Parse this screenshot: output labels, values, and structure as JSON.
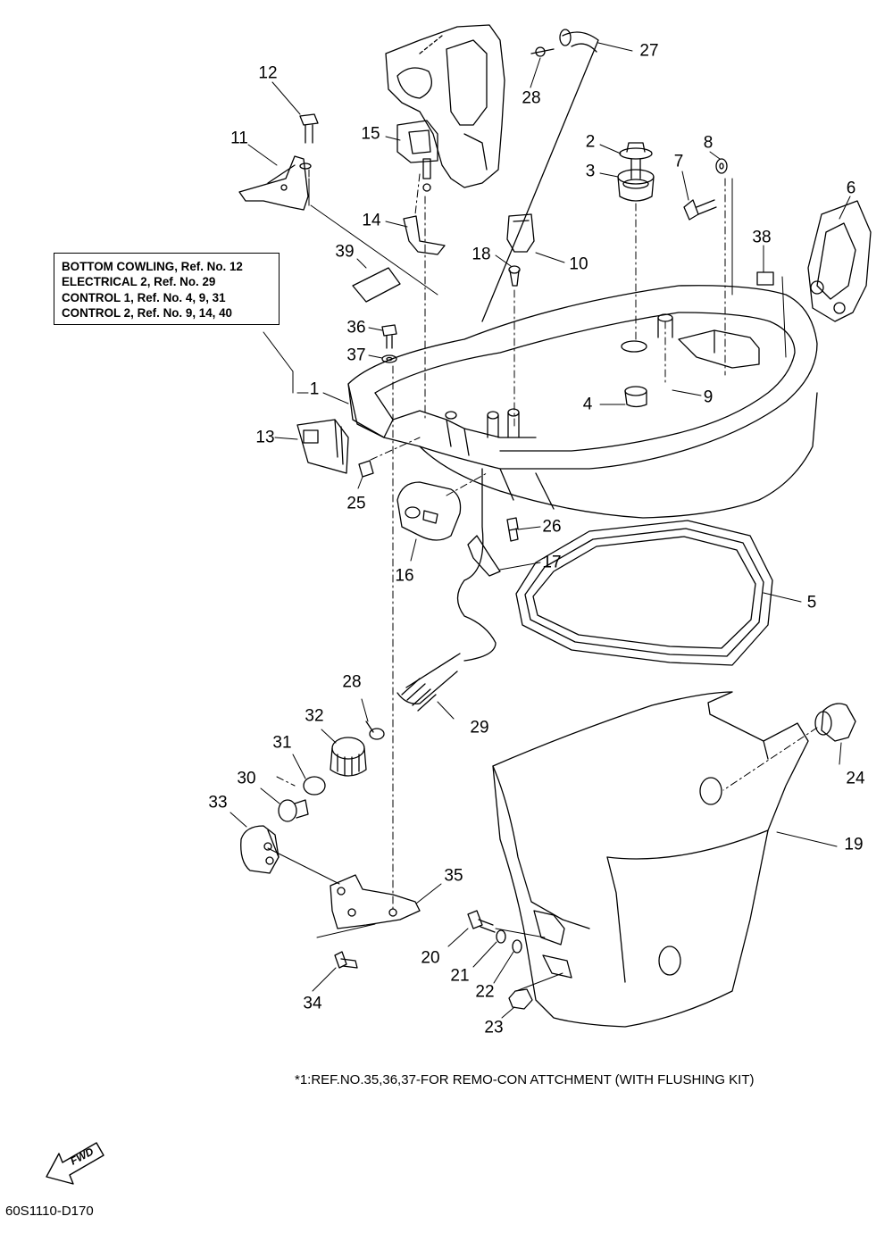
{
  "reference_box": {
    "lines": [
      "BOTTOM COWLING, Ref. No. 12",
      "ELECTRICAL 2, Ref. No. 29",
      "CONTROL 1, Ref. No. 4, 9, 31",
      "CONTROL 2, Ref. No. 9, 14, 40"
    ]
  },
  "callouts": [
    "1",
    "2",
    "3",
    "4",
    "5",
    "6",
    "7",
    "8",
    "9",
    "10",
    "11",
    "12",
    "13",
    "14",
    "15",
    "16",
    "17",
    "18",
    "19",
    "20",
    "21",
    "22",
    "23",
    "24",
    "25",
    "26",
    "27",
    "28",
    "28",
    "29",
    "30",
    "31",
    "32",
    "33",
    "34",
    "35",
    "36",
    "37",
    "38",
    "39"
  ],
  "footnote": "*1:REF.NO.35,36,37-FOR REMO-CON ATTCHMENT (WITH FLUSHING KIT)",
  "fwd_label": "FWD",
  "diagram_code": "60S1110-D170"
}
